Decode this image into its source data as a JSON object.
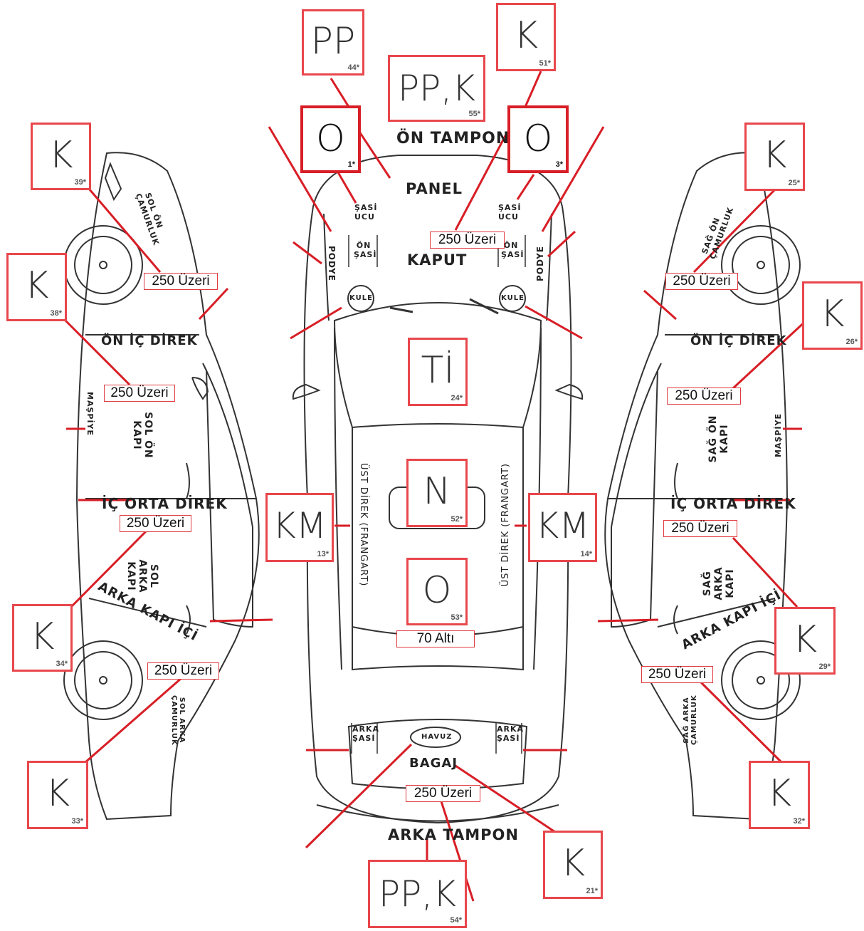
{
  "parts": {
    "on_tampon": "ÖN TAMPON",
    "panel": "PANEL",
    "kaput": "KAPUT",
    "sasi_ucu_left": "ŞASİ UCU",
    "sasi_ucu_right": "ŞASİ UCU",
    "on_sasi_left": "ÖN ŞASİ",
    "on_sasi_right": "ÖN ŞASİ",
    "podye_left": "PODYE",
    "podye_right": "PODYE",
    "kule_left": "KULE",
    "kule_right": "KULE",
    "ust_direk_left": "ÜST DİREK (FRANGART)",
    "ust_direk_right": "ÜST DİREK (FRANGART)",
    "havuz": "HAVUZ",
    "bagaj": "BAGAJ",
    "arka_sasi_left": "ARKA ŞASİ",
    "arka_sasi_right": "ARKA ŞASİ",
    "arka_tampon": "ARKA TAMPON",
    "sol_on_camurluk": "SOL ÖN ÇAMURLUK",
    "on_ic_direk_left": "ÖN İÇ DİREK",
    "maspiye_left": "MAŞPİYE",
    "sol_on_kapi": "SOL ÖN KAPI",
    "ic_orta_direk_left": "İÇ ORTA DİREK",
    "sol_arka_kapi": "SOL ARKA KAPI",
    "arka_kapi_ici_left": "ARKA KAPI İÇİ",
    "sol_arka_camurluk": "SOL ARKA ÇAMURLUK",
    "sag_on_camurluk": "SAĞ ÖN ÇAMURLUK",
    "on_ic_direk_right": "ÖN İÇ DİREK",
    "maspiye_right": "MAŞPİYE",
    "sag_on_kapi": "SAĞ ÖN KAPI",
    "ic_orta_direk_right": "İÇ ORTA DİREK",
    "sag_arka_kapi": "SAĞ ARKA KAPI",
    "arka_kapi_ici_right": "ARKA KAPI İÇİ",
    "sag_arka_camurluk": "SAĞ ARKA ÇAMURLUK"
  },
  "markers": {
    "m44": {
      "code": "PP",
      "num": "44*"
    },
    "m55": {
      "code": "PP,K",
      "num": "55*"
    },
    "m51": {
      "code": "K",
      "num": "51*"
    },
    "m1": {
      "code": "O",
      "num": "1*"
    },
    "m3": {
      "code": "O",
      "num": "3*"
    },
    "m39": {
      "code": "K",
      "num": "39*"
    },
    "m38": {
      "code": "K",
      "num": "38*"
    },
    "m25": {
      "code": "K",
      "num": "25*"
    },
    "m26": {
      "code": "K",
      "num": "26*"
    },
    "m24": {
      "code": "Tİ",
      "num": "24*"
    },
    "m52": {
      "code": "N",
      "num": "52*"
    },
    "m53": {
      "code": "O",
      "num": "53*"
    },
    "m13": {
      "code": "KM",
      "num": "13*"
    },
    "m14": {
      "code": "KM",
      "num": "14*"
    },
    "m34": {
      "code": "K",
      "num": "34*"
    },
    "m29": {
      "code": "K",
      "num": "29*"
    },
    "m33": {
      "code": "K",
      "num": "33*"
    },
    "m32": {
      "code": "K",
      "num": "32*"
    },
    "m21": {
      "code": "K",
      "num": "21*"
    },
    "m54": {
      "code": "PP,K",
      "num": "54*"
    }
  },
  "readings": {
    "kaput": "250 Üzeri",
    "sol_camurluk": "250 Üzeri",
    "sol_on_kapi": "250 Üzeri",
    "sol_arka_kapi": "250 Üzeri",
    "sol_arka_camurluk": "250 Üzeri",
    "sag_camurluk": "250 Üzeri",
    "sag_on_kapi": "250 Üzeri",
    "sag_arka_kapi": "250 Üzeri",
    "sag_arka_camurluk": "250 Üzeri",
    "bagaj": "250 Üzeri",
    "tavan": "70 Altı"
  },
  "colors": {
    "accent": "#e8474c",
    "strong": "#d81e26",
    "outline": "#333333"
  }
}
